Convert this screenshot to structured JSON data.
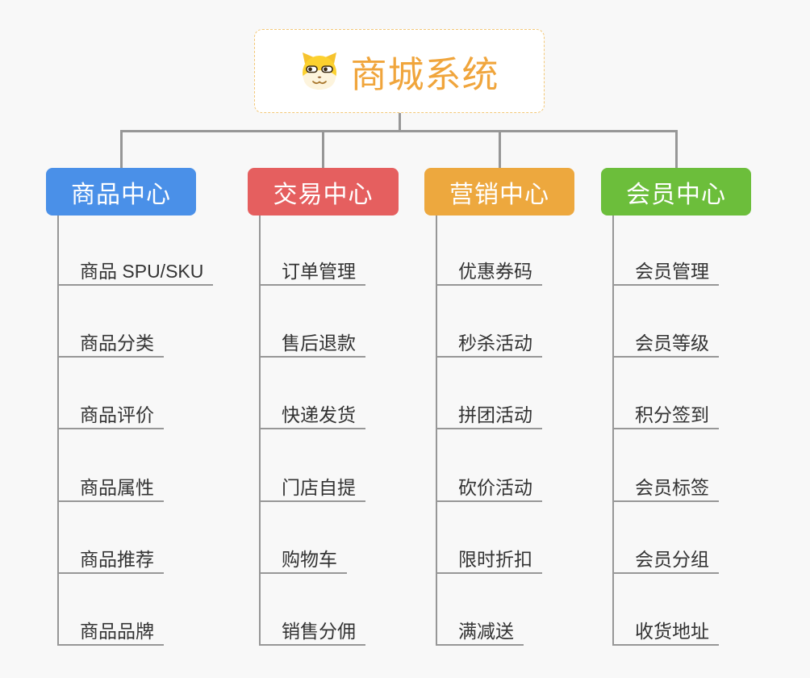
{
  "background_color": "#f8f8f8",
  "connector_color": "#979797",
  "root": {
    "title": "商城系统",
    "icon": "dog-face-icon",
    "text_color": "#f0a53c",
    "border_color": "#f3c878",
    "fill_color": "#ffffff"
  },
  "branches": [
    {
      "label": "商品中心",
      "color": "#4a90e8",
      "children": [
        "商品 SPU/SKU",
        "商品分类",
        "商品评价",
        "商品属性",
        "商品推荐",
        "商品品牌"
      ]
    },
    {
      "label": "交易中心",
      "color": "#e55f5f",
      "children": [
        "订单管理",
        "售后退款",
        "快递发货",
        "门店自提",
        "购物车",
        "销售分佣"
      ]
    },
    {
      "label": "营销中心",
      "color": "#eda83e",
      "children": [
        "优惠券码",
        "秒杀活动",
        "拼团活动",
        "砍价活动",
        "限时折扣",
        "满减送"
      ]
    },
    {
      "label": "会员中心",
      "color": "#6cbe3b",
      "children": [
        "会员管理",
        "会员等级",
        "积分签到",
        "会员标签",
        "会员分组",
        "收货地址"
      ]
    }
  ]
}
